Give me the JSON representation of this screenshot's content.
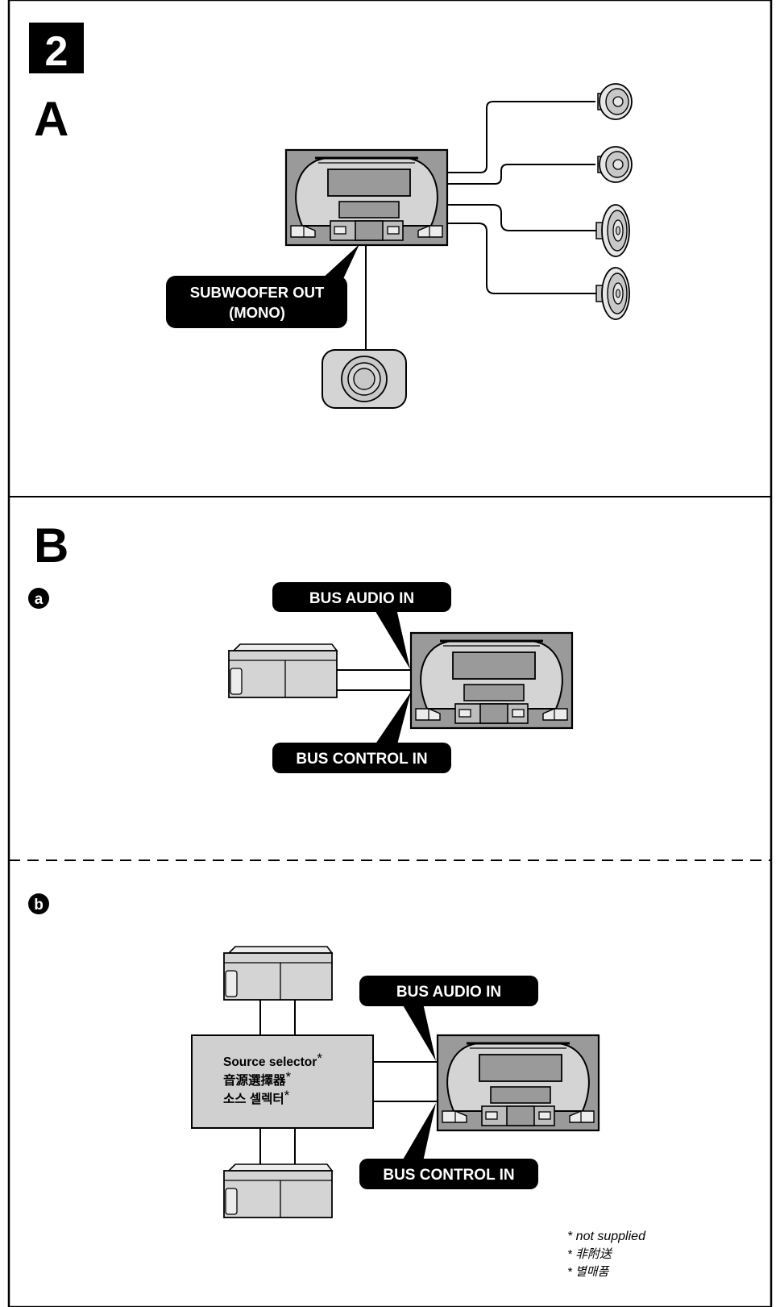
{
  "figure": {
    "number": "2",
    "section_a": {
      "letter": "A",
      "label_subwoofer_line1": "SUBWOOFER OUT",
      "label_subwoofer_line2": "(MONO)"
    },
    "section_b": {
      "letter": "B",
      "sub_a": {
        "marker": "a",
        "label_audio": "BUS AUDIO IN",
        "label_control": "BUS CONTROL IN"
      },
      "sub_b": {
        "marker": "b",
        "label_audio": "BUS AUDIO IN",
        "label_control": "BUS CONTROL IN",
        "selector_line1": "Source selector",
        "selector_line2": "音源選擇器",
        "selector_line3": "소스 셀렉터",
        "asterisk": "*"
      }
    },
    "footnotes": [
      "* not supplied",
      "* 非附送",
      "* 별매품"
    ]
  },
  "colors": {
    "ink": "#000000",
    "unit_gray": "#9a9a9a",
    "unit_light": "#d4d4d4",
    "box_gray": "#d0d0d0",
    "speaker_gray": "#c8c8c8"
  }
}
